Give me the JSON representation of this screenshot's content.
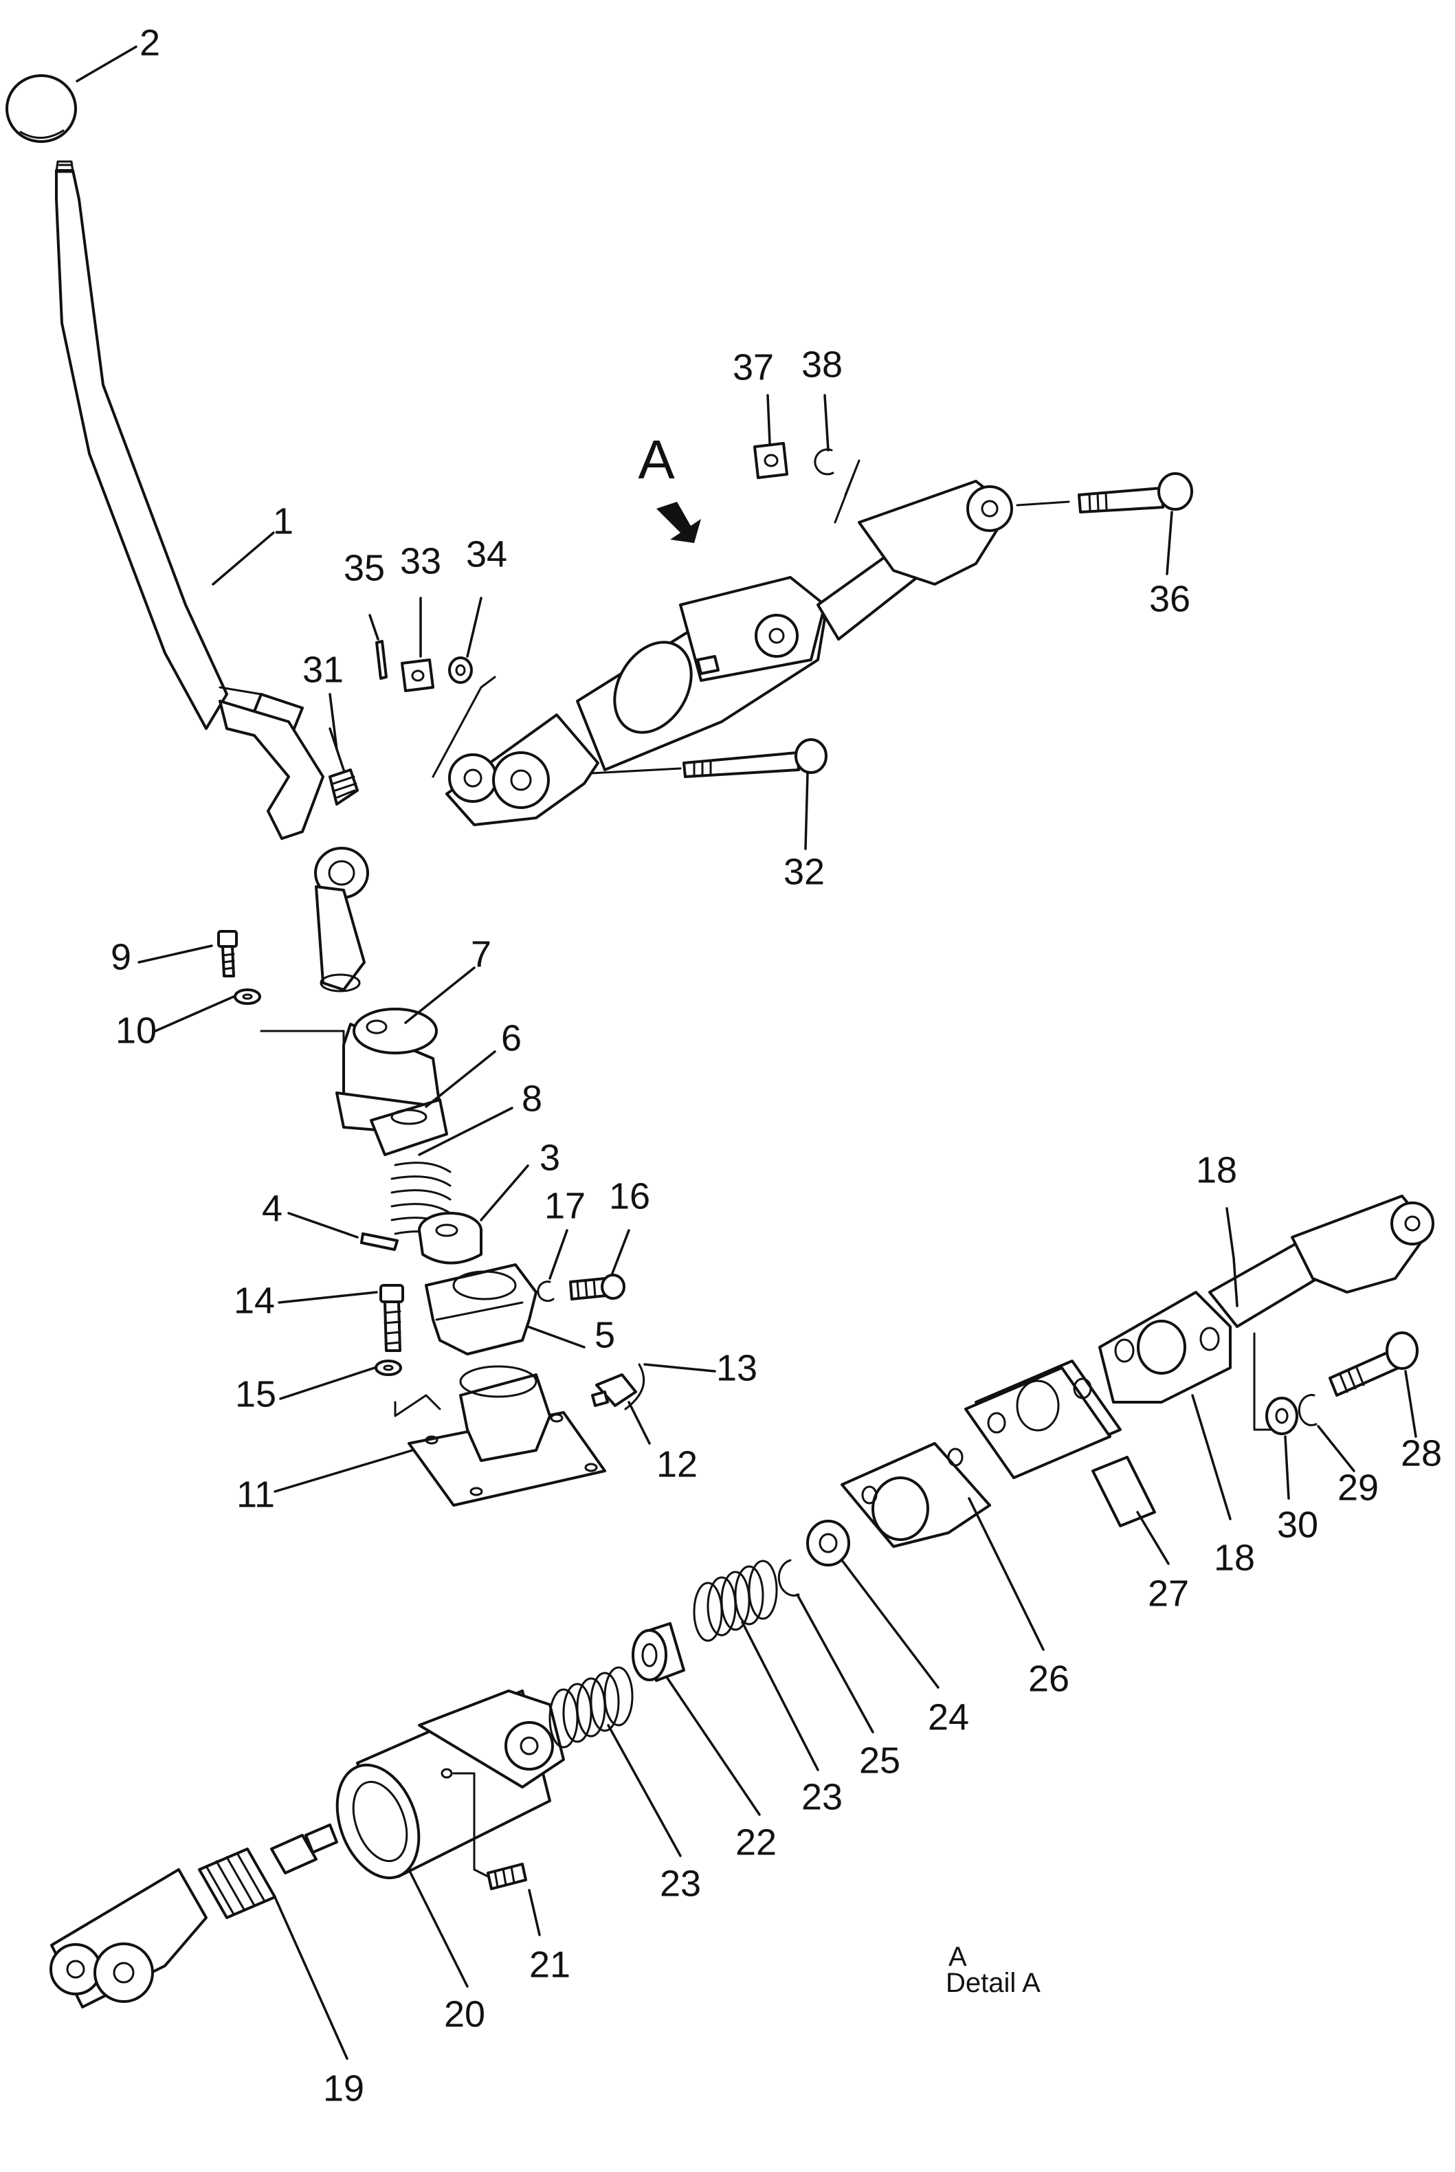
{
  "labels": {
    "p1": "1",
    "p2": "2",
    "p3": "3",
    "p4": "4",
    "p5": "5",
    "p6": "6",
    "p7": "7",
    "p8": "8",
    "p9": "9",
    "p10": "10",
    "p11": "11",
    "p12": "12",
    "p13": "13",
    "p14": "14",
    "p15": "15",
    "p16": "16",
    "p17": "17",
    "p18": "18",
    "p19": "19",
    "p20": "20",
    "p21": "21",
    "p22": "22",
    "p23": "23",
    "p24": "24",
    "p25": "25",
    "p26": "26",
    "p27": "27",
    "p28": "28",
    "p29": "29",
    "p30": "30",
    "p31": "31",
    "p32": "32",
    "p33": "33",
    "p34": "34",
    "p35": "35",
    "p36": "36",
    "p37": "37",
    "p38": "38"
  },
  "view_marker": "A",
  "detail": {
    "line1": "A",
    "line2": "Detail  A"
  }
}
